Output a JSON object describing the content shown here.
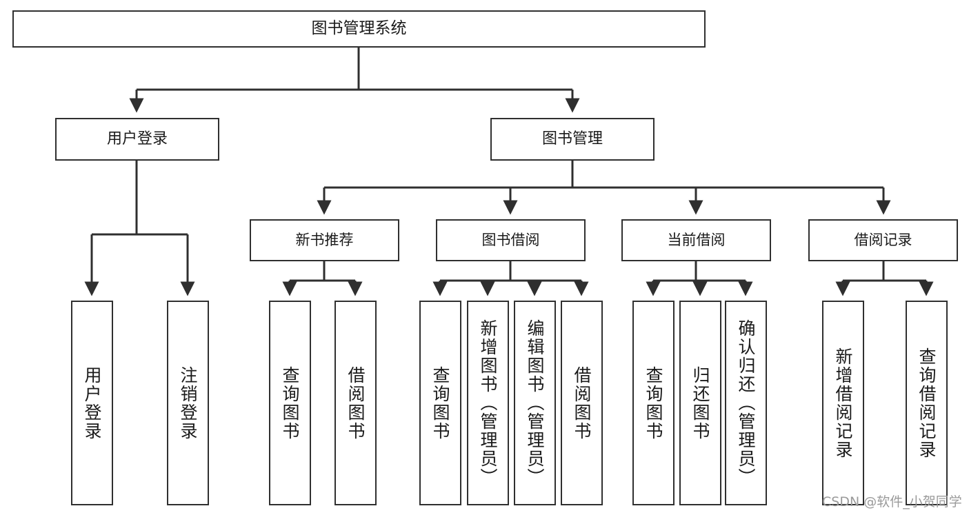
{
  "diagram": {
    "title": "图书管理系统",
    "watermark": "CSDN @软件_小贺同学",
    "stroke_color": "#2f2f2f",
    "background_color": "#ffffff",
    "text_color": "#1a1a1a",
    "watermark_color": "#9a9a9a",
    "nodes": {
      "root": {
        "label": "图书管理系统"
      },
      "level2": [
        {
          "label": "用户登录"
        },
        {
          "label": "图书管理"
        }
      ],
      "level3": [
        {
          "label": "新书推荐"
        },
        {
          "label": "图书借阅"
        },
        {
          "label": "当前借阅"
        },
        {
          "label": "借阅记录"
        }
      ],
      "leaves_user_login": [
        {
          "label": "用户登录"
        },
        {
          "label": "注销登录"
        }
      ],
      "leaves_new_book": [
        {
          "label": "查询图书"
        },
        {
          "label": "借阅图书"
        }
      ],
      "leaves_borrow": [
        {
          "label": "查询图书"
        },
        {
          "label": "新增图书（管理员）"
        },
        {
          "label": "编辑图书（管理员）"
        },
        {
          "label": "借阅图书"
        }
      ],
      "leaves_current": [
        {
          "label": "查询图书"
        },
        {
          "label": "归还图书"
        },
        {
          "label": "确认归还（管理员）"
        }
      ],
      "leaves_records": [
        {
          "label": "新增借阅记录"
        },
        {
          "label": "查询借阅记录"
        }
      ]
    }
  }
}
